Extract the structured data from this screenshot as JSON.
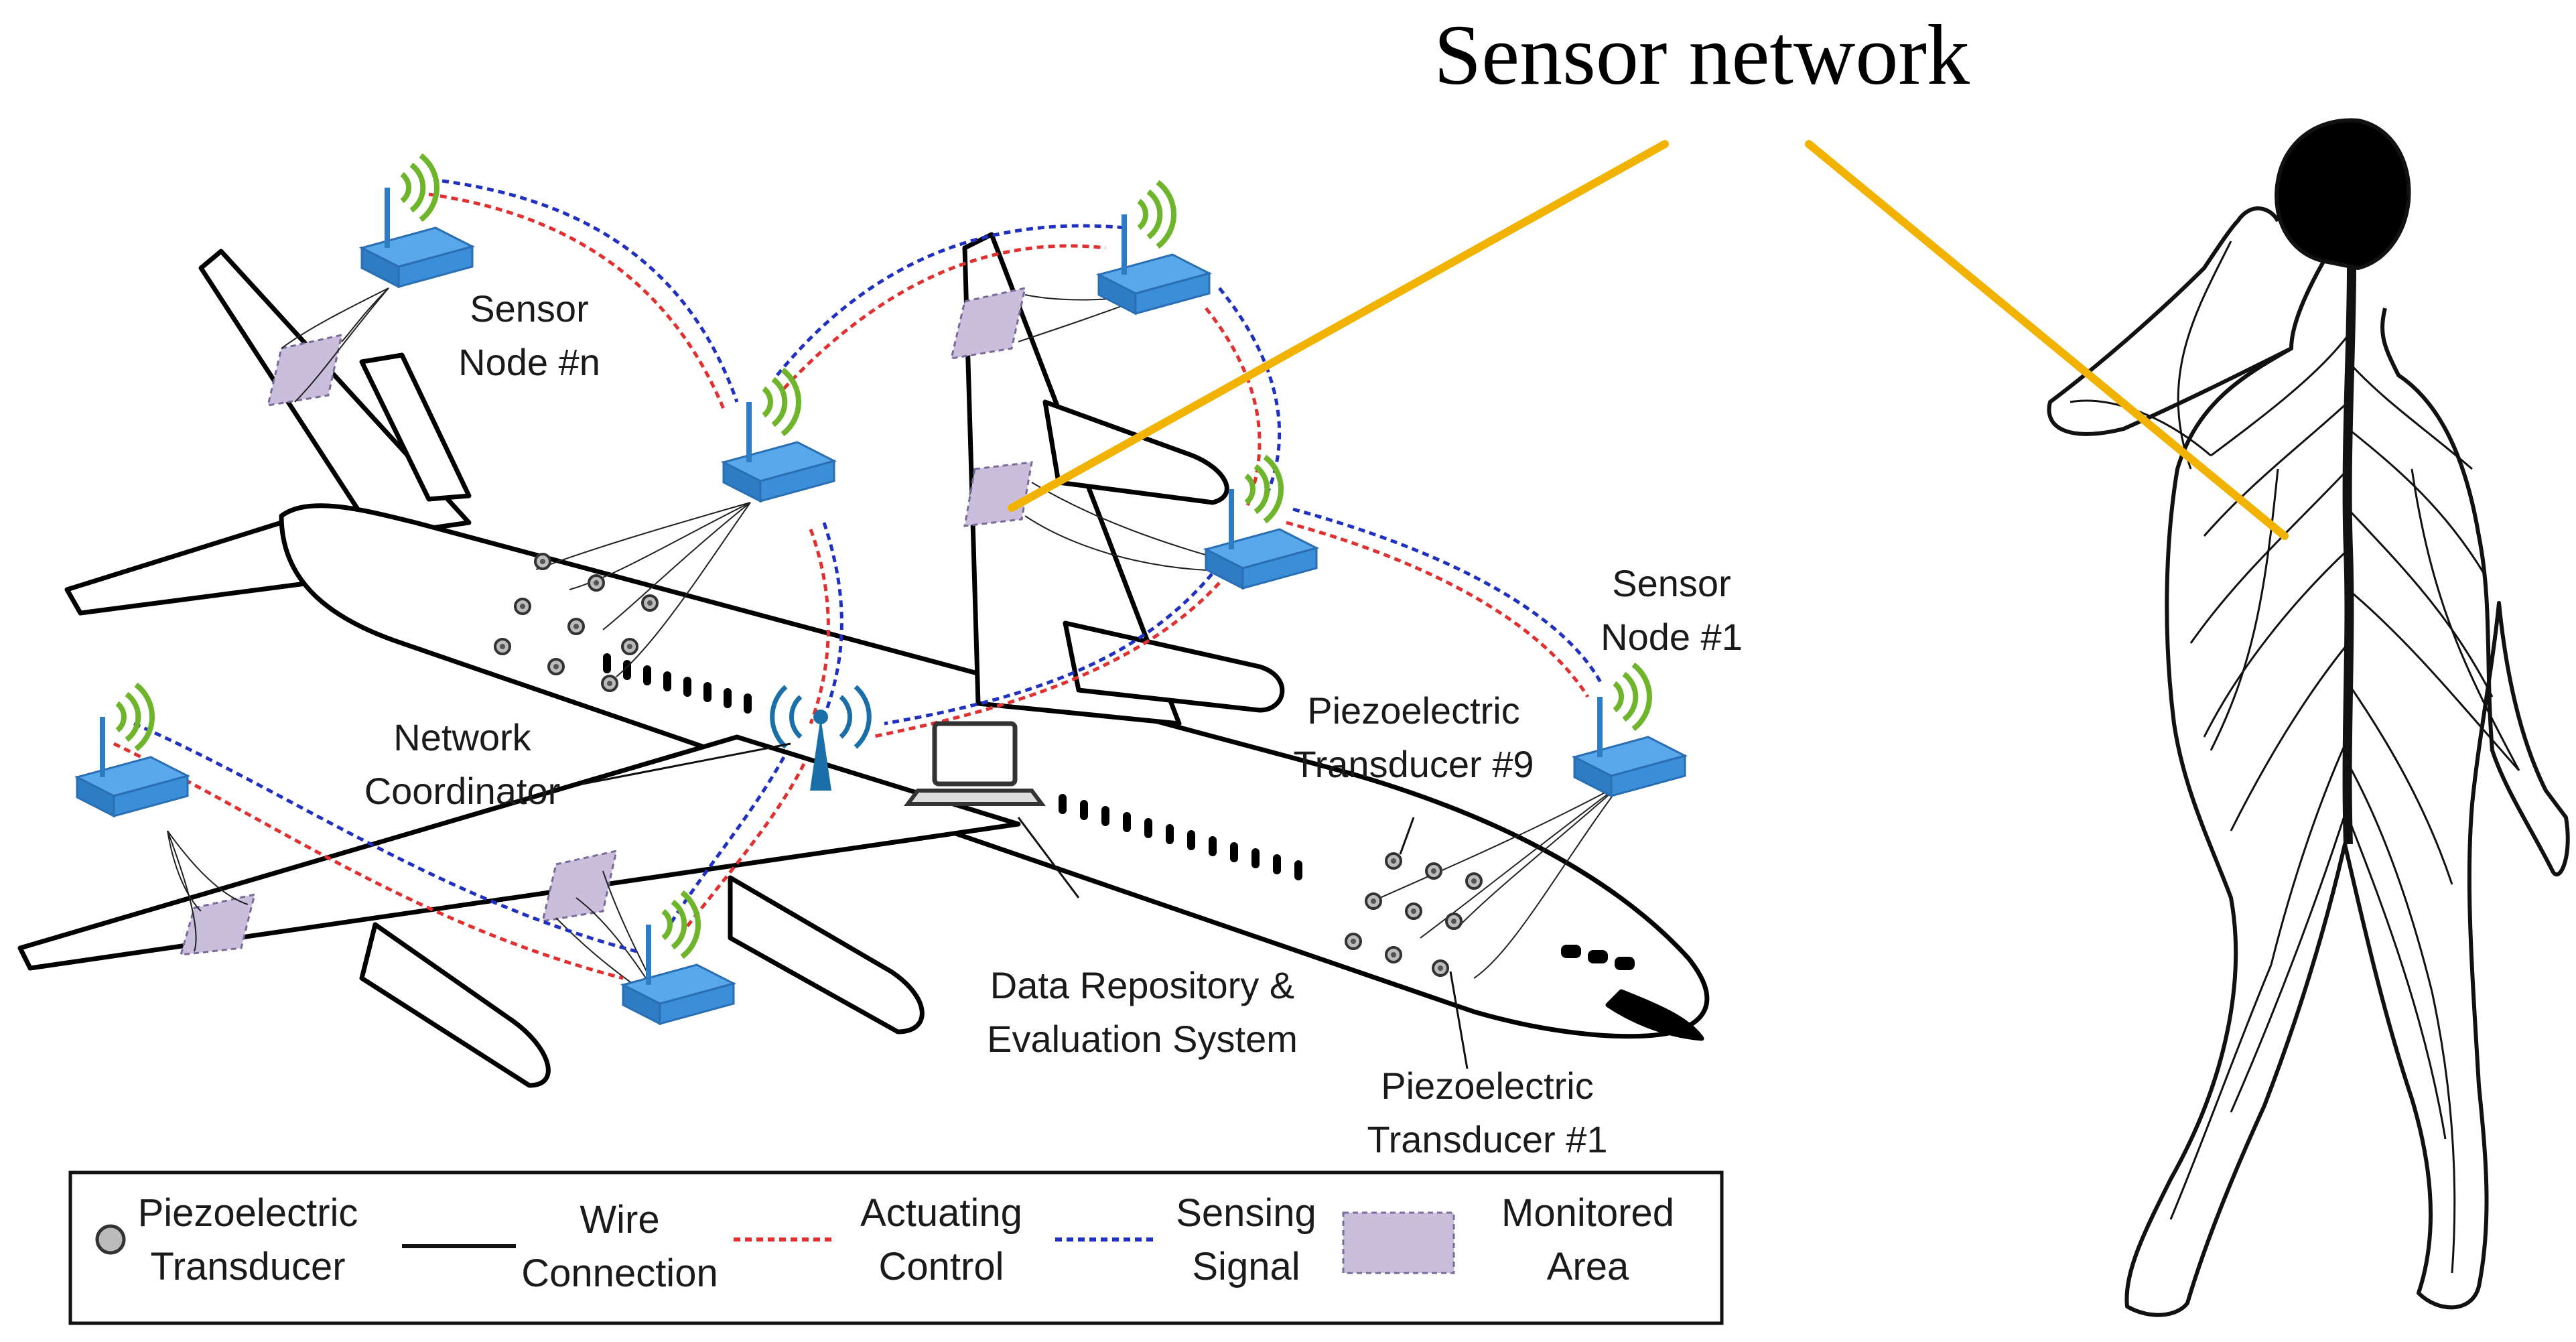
{
  "title": "Sensor network",
  "labels": {
    "sensor_node_n": [
      "Sensor",
      "Node #n"
    ],
    "sensor_node_1": [
      "Sensor",
      "Node #1"
    ],
    "network_coordinator": [
      "Network",
      "Coordinator"
    ],
    "piezo_9": [
      "Piezoelectric",
      "Transducer #9"
    ],
    "piezo_1": [
      "Piezoelectric",
      "Transducer #1"
    ],
    "data_repo": [
      "Data Repository &",
      "Evaluation System"
    ]
  },
  "legend": [
    {
      "symbol": "circle",
      "lines": [
        "Piezoelectric",
        "Transducer"
      ]
    },
    {
      "symbol": "wire",
      "lines": [
        "Wire",
        "Connection"
      ]
    },
    {
      "symbol": "actuating",
      "lines": [
        "Actuating",
        "Control"
      ]
    },
    {
      "symbol": "sensing",
      "lines": [
        "Sensing",
        "Signal"
      ]
    },
    {
      "symbol": "area",
      "lines": [
        "Monitored",
        "Area"
      ]
    }
  ],
  "colors": {
    "actuating": "#e03030",
    "sensing": "#2030c0",
    "connector": "#f2b200",
    "node": "#3b8ed8",
    "wifi": "#6fb52c",
    "monitored_area": "#c9bfdc"
  },
  "icons": [
    "wireless-sensor-node-icon",
    "antenna-icon",
    "laptop-icon",
    "airplane-illustration",
    "human-nervous-system-illustration"
  ]
}
